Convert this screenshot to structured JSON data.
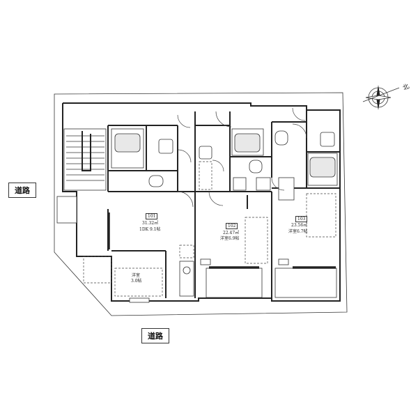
{
  "roads": {
    "left": "道路",
    "bottom": "道路"
  },
  "compass": {
    "north_label": "北"
  },
  "units": [
    {
      "number": "101",
      "area": "31.32㎡",
      "layout": "1DK 9.1帖"
    },
    {
      "number": "102",
      "area": "22.47㎡",
      "layout": "洋室6.9帖"
    },
    {
      "number": "103",
      "area": "23.56㎡",
      "layout": "洋室6.7帖"
    }
  ],
  "rooms": {
    "western_room": "洋室",
    "western_room_size": "3.0帖"
  }
}
